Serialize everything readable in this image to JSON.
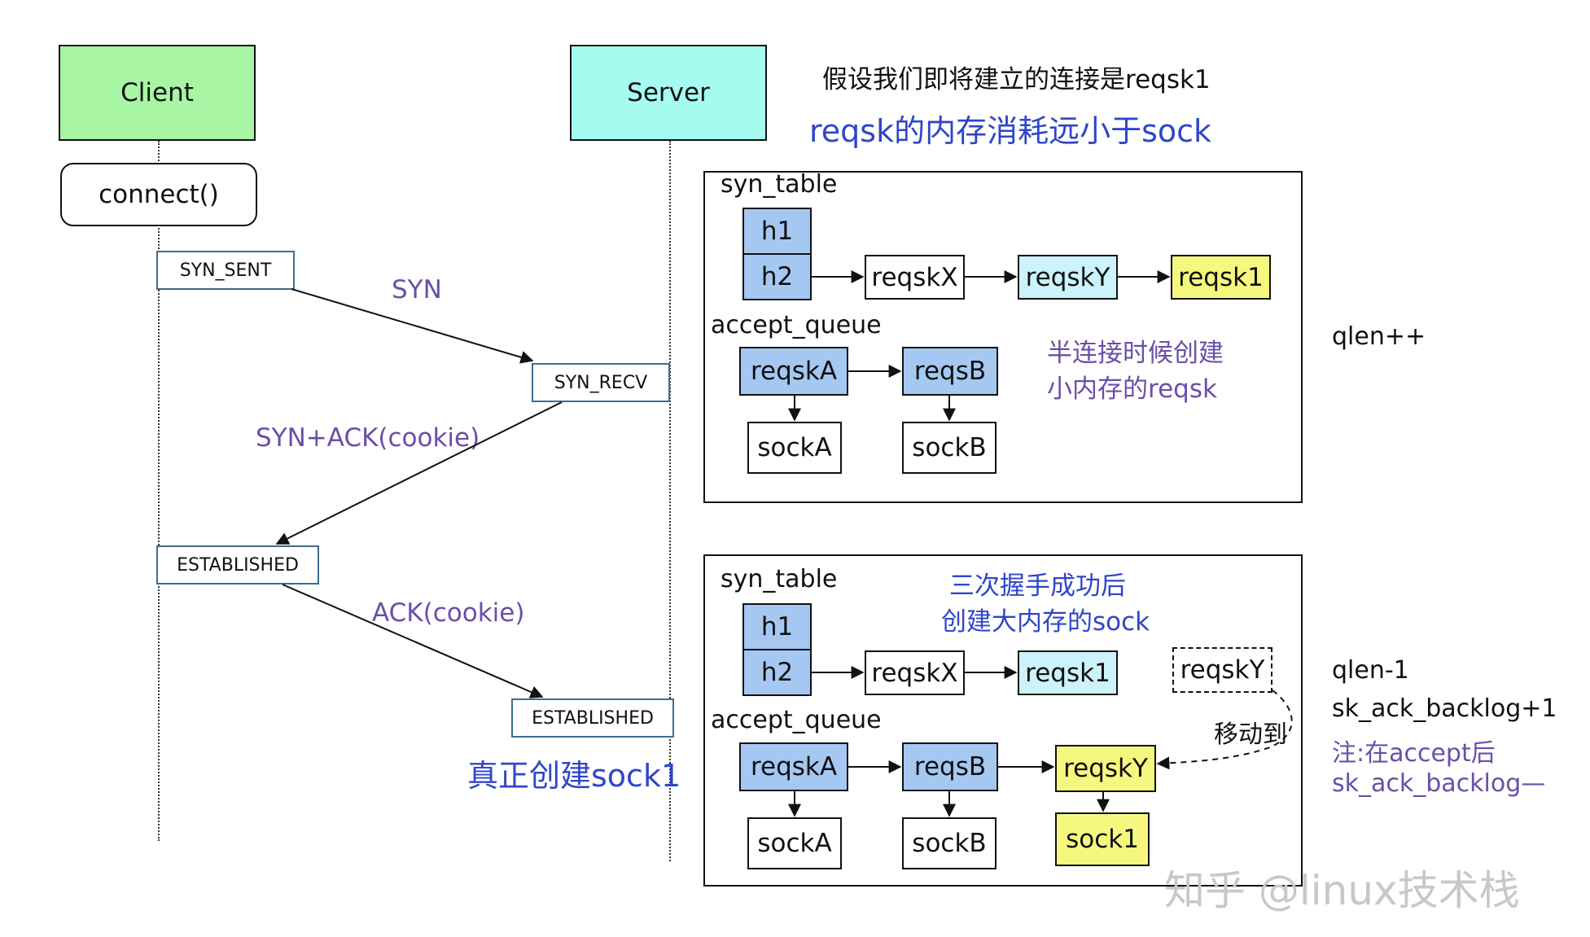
{
  "seq": {
    "client": "Client",
    "server": "Server",
    "connect": "connect()",
    "syn_sent": "SYN_SENT",
    "syn_recv": "SYN_RECV",
    "established_client": "ESTABLISHED",
    "established_server": "ESTABLISHED",
    "msg_syn": "SYN",
    "msg_synack": "SYN+ACK(cookie)",
    "msg_ack": "ACK(cookie)",
    "create_sock": "真正创建sock1"
  },
  "notes": {
    "assume": "假设我们即将建立的连接是reqsk1",
    "memory": "reqsk的内存消耗远小于sock"
  },
  "panel1": {
    "syn_table": "syn_table",
    "h1": "h1",
    "h2": "h2",
    "reqskX": "reqskX",
    "reqskY": "reqskY",
    "reqsk1": "reqsk1",
    "accept_queue": "accept_queue",
    "reqskA": "reqskA",
    "reqsB": "reqsB",
    "sockA": "sockA",
    "sockB": "sockB",
    "note_line1": "半连接时候创建",
    "note_line2": "小内存的reqsk",
    "side": "qlen++"
  },
  "panel2": {
    "syn_table": "syn_table",
    "h1": "h1",
    "h2": "h2",
    "reqskX": "reqskX",
    "reqsk1": "reqsk1",
    "reqskY_old": "reqskY",
    "move_label": "移动到",
    "accept_queue": "accept_queue",
    "reqskA": "reqskA",
    "reqsB": "reqsB",
    "reqskY": "reqskY",
    "sockA": "sockA",
    "sockB": "sockB",
    "sock1": "sock1",
    "note_line1": "三次握手成功后",
    "note_line2": "创建大内存的sock",
    "side1": "qlen-1",
    "side2": "sk_ack_backlog+1",
    "side3": "注:在accept后",
    "side4": "sk_ack_backlog—"
  },
  "watermark": "知乎 @linux技术栈",
  "colors": {
    "client": "#a8f5a3",
    "server": "#a5fbef",
    "hash": "#a5c8f2",
    "reqsk_cyan": "#ccf2fb",
    "highlight_yellow": "#f6f77e",
    "purple_text": "#6a4fa8",
    "blue_text": "#2f46c9"
  }
}
